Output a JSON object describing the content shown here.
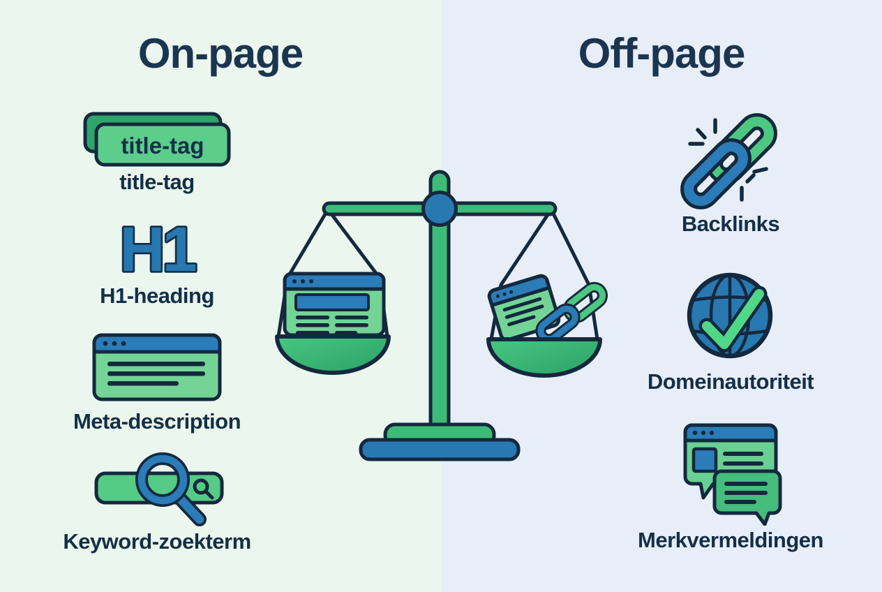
{
  "header": {
    "left_title": "On-page",
    "right_title": "Off-page"
  },
  "left_panel": {
    "items": [
      {
        "icon": "title-tag-icon",
        "icon_text": "title-tag",
        "label": "title-tag"
      },
      {
        "icon": "h1-icon",
        "icon_text": "H1",
        "label": "H1-heading"
      },
      {
        "icon": "meta-description-browser-icon",
        "label": "Meta-description"
      },
      {
        "icon": "keyword-search-bar-icon",
        "label": "Keyword-zoekterm"
      }
    ]
  },
  "right_panel": {
    "items": [
      {
        "icon": "backlinks-chain-icon",
        "label": "Backlinks"
      },
      {
        "icon": "domain-authority-globe-icon",
        "label": "Domeinautoriteit"
      },
      {
        "icon": "brand-mentions-chat-icon",
        "label": "Merkvermeldingen"
      }
    ]
  },
  "center": {
    "icon": "balance-scale-icon",
    "left_pan_content": "webpage-icon",
    "right_pan_content": "webpage-and-link-icon"
  },
  "colors": {
    "bg_left": "#ebf6ee",
    "bg_right": "#e8eef8",
    "outline_navy": "#14293d",
    "heading_navy": "#1b3550",
    "label_navy": "#132f47",
    "green_scale": "#3cbc77",
    "green_light": "#74d496",
    "green_tag": "#5ccd8b",
    "green_tag_back": "#2fa56b",
    "green_check": "#50d787",
    "blue": "#2b7cb8",
    "blue_dark": "#2878b2",
    "h1_blue": "#2878b0"
  }
}
